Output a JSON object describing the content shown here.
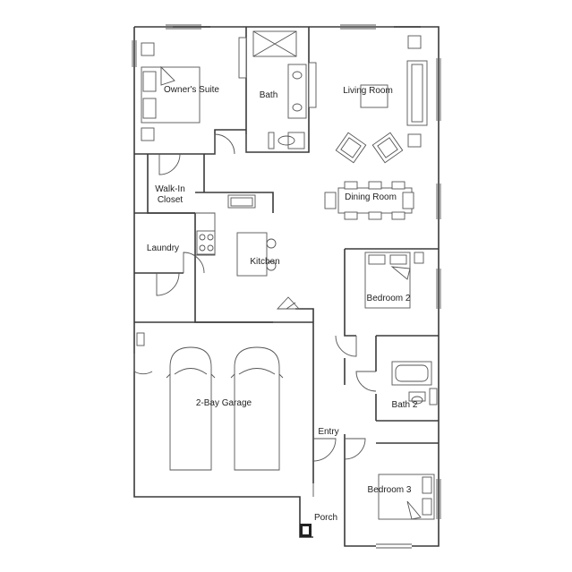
{
  "rooms": {
    "owners_suite": "Owner's Suite",
    "bath": "Bath",
    "living_room": "Living Room",
    "walk_in_1": "Walk-In",
    "walk_in_2": "Closet",
    "dining_room": "Dining Room",
    "laundry": "Laundry",
    "kitchen": "Kitchen",
    "bedroom_2": "Bedroom 2",
    "garage": "2-Bay Garage",
    "bath_2": "Bath 2",
    "entry": "Entry",
    "bedroom_3": "Bedroom 3",
    "porch": "Porch"
  }
}
